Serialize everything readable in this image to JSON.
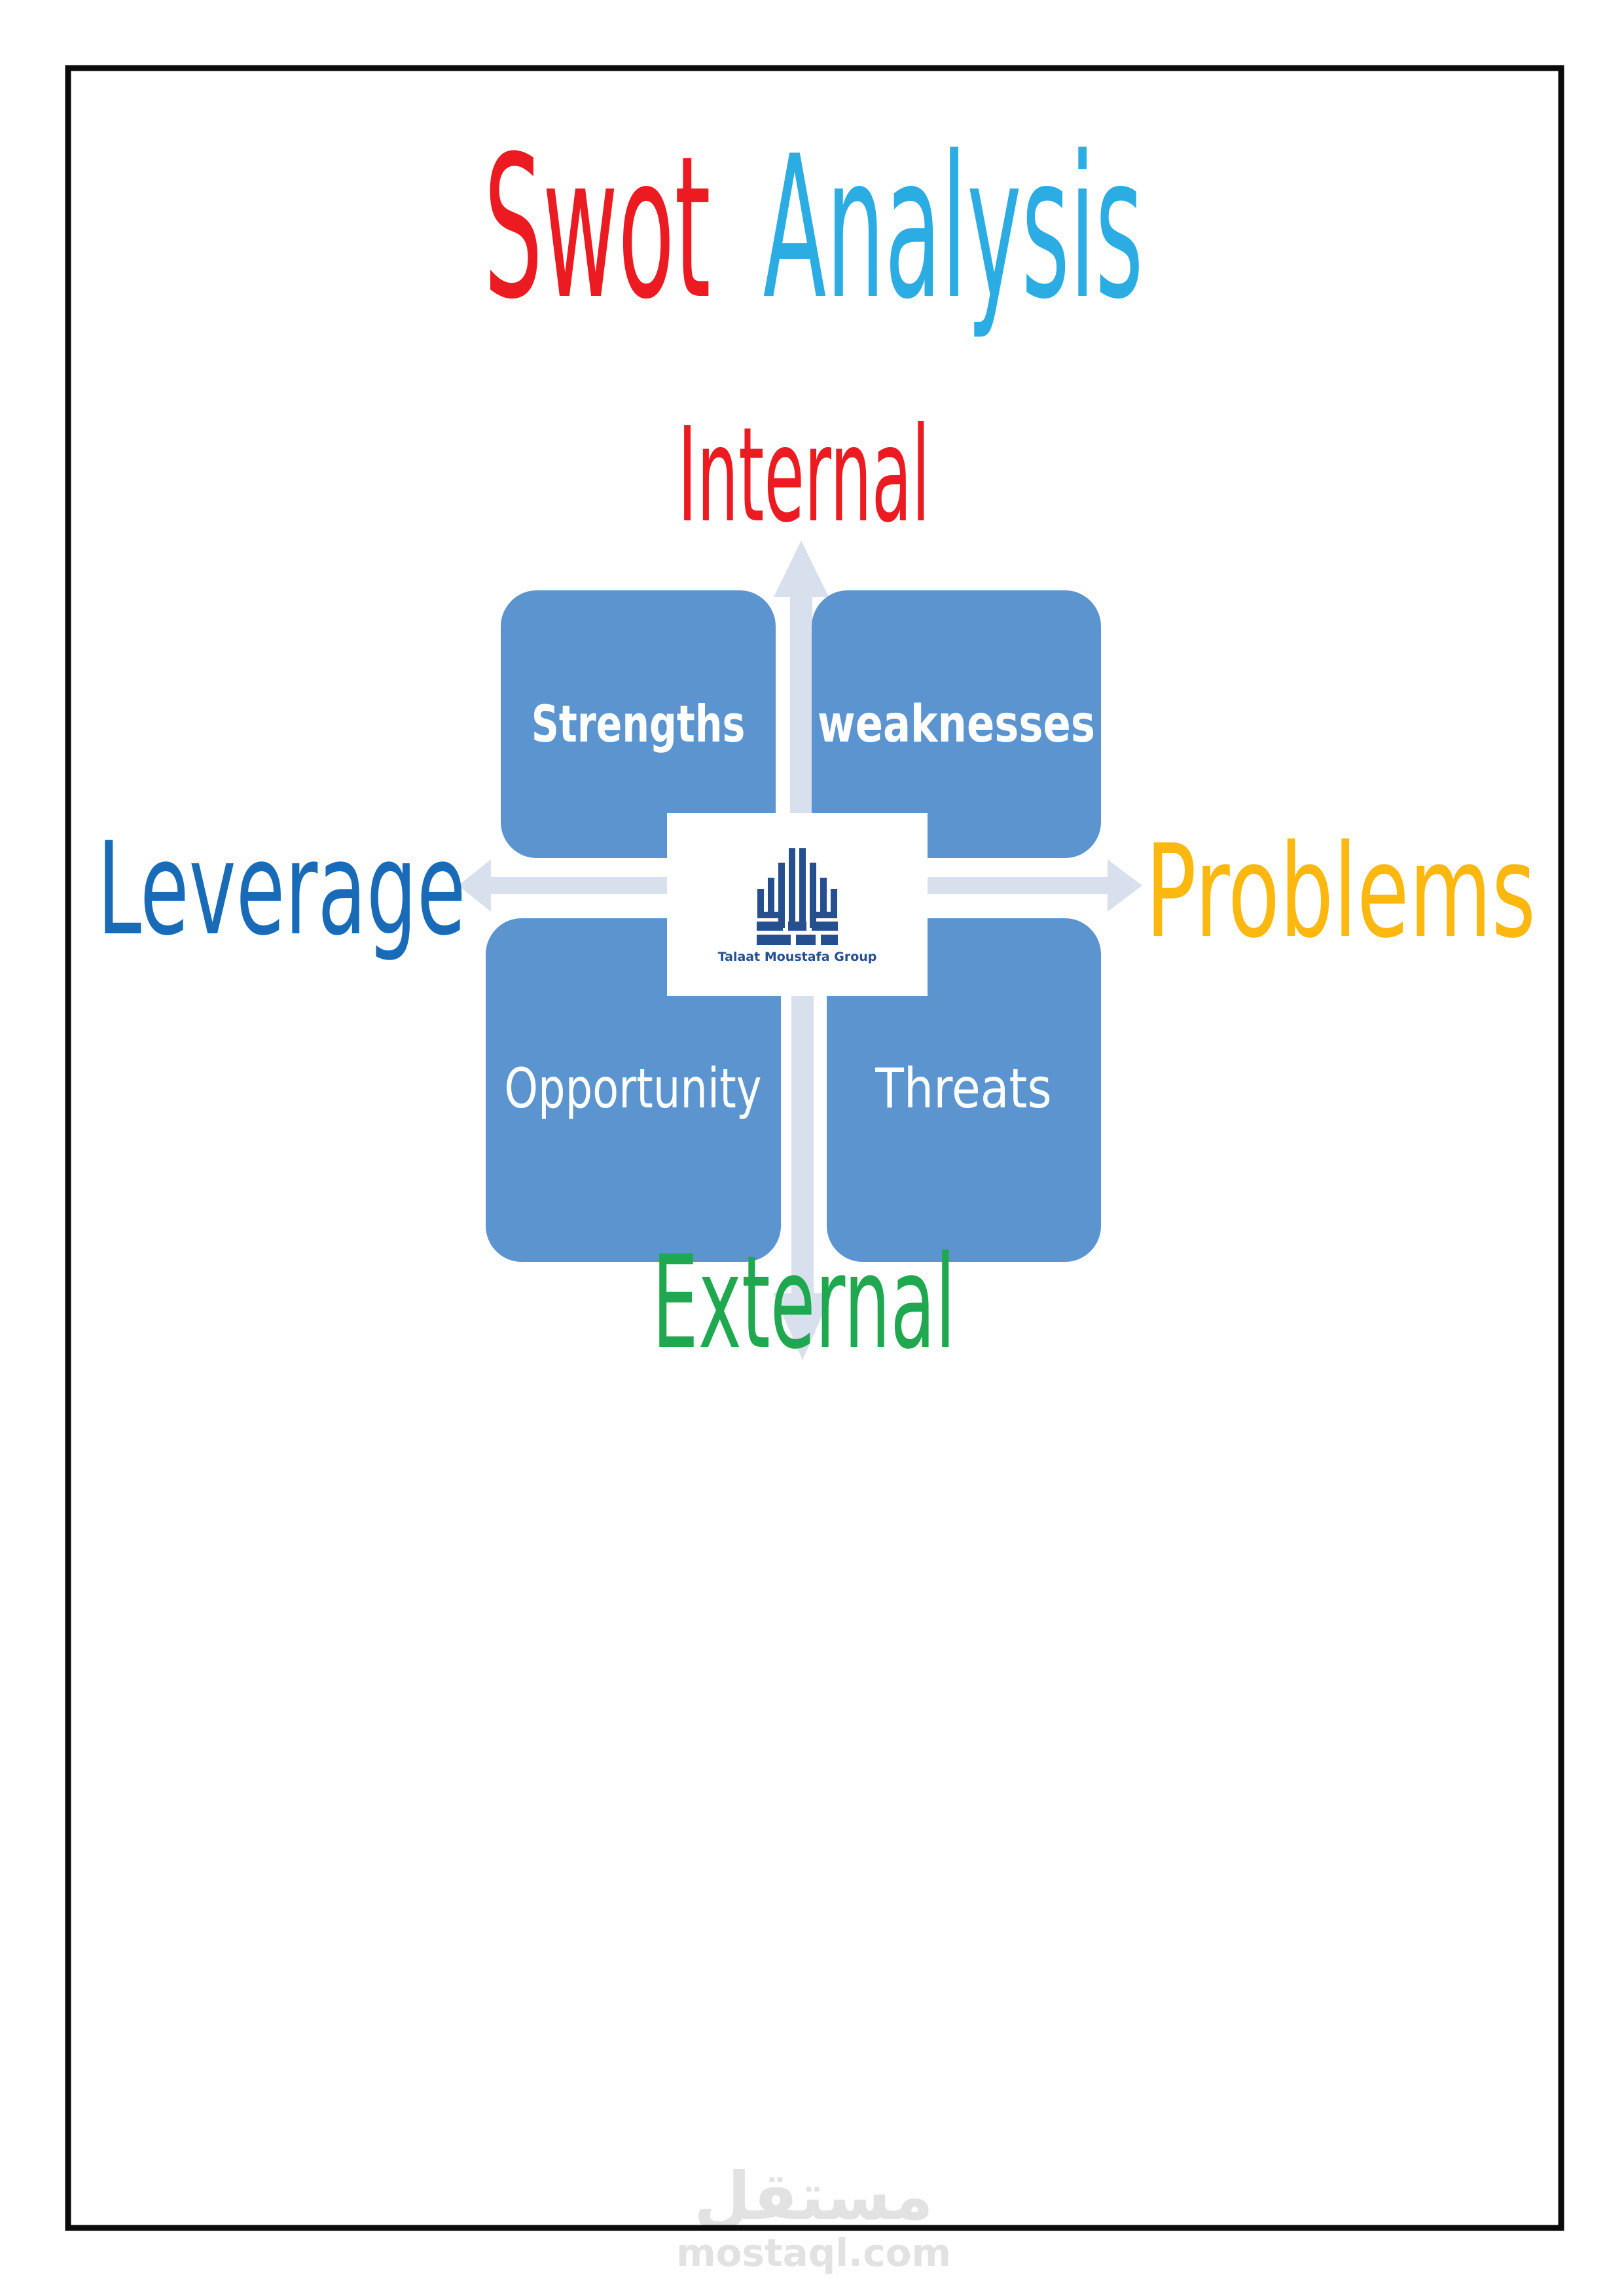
{
  "page": {
    "border_color": "#0b0b0b",
    "background": "#ffffff"
  },
  "title": {
    "part1": "Swot",
    "part2": "Analysis",
    "part1_color": "#ec1a21",
    "part2_color": "#2bace2"
  },
  "axis_labels": {
    "top": {
      "text": "Internal",
      "color": "#ec1a21"
    },
    "bottom": {
      "text": "External",
      "color": "#1fa850"
    },
    "left": {
      "text": "Leverage",
      "color": "#1a6bb7"
    },
    "right": {
      "text": "Problems",
      "color": "#fcb80e"
    }
  },
  "quadrants": {
    "box_color": "#5b94ce",
    "label_color": "#ffffff",
    "strengths": {
      "label": "Strengths"
    },
    "weaknesses": {
      "label": "weaknesses"
    },
    "opportunity": {
      "label": "Opportunity"
    },
    "threats": {
      "label": "Threats"
    }
  },
  "arrows": {
    "color": "#d9e0ed"
  },
  "center_logo": {
    "caption": "Talaat Moustafa Group",
    "color": "#264f8f"
  },
  "watermark": {
    "arabic": "مستقل",
    "latin": "mostaql.com",
    "color": "#e2e2e2"
  }
}
